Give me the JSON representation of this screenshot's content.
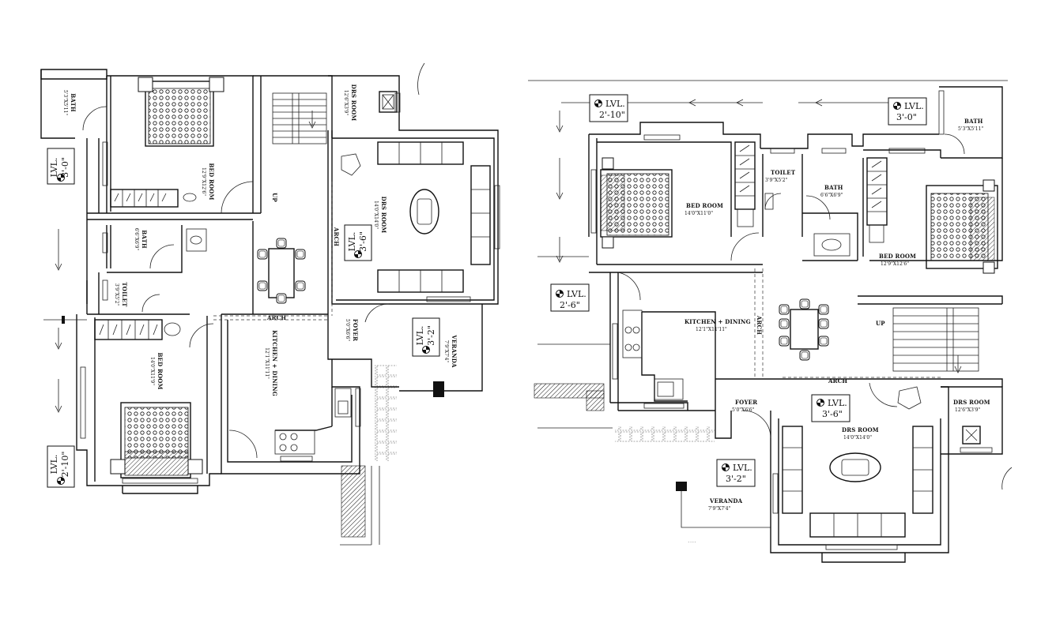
{
  "plan_left": {
    "rooms": {
      "bath": {
        "name": "BATH",
        "dim": "5'3\"X5'11\""
      },
      "bed1": {
        "name": "BED ROOM",
        "dim": "12'9\"X12'6\""
      },
      "drs_small": {
        "name": "DRS ROOM",
        "dim": "12'6\"X3'9\""
      },
      "drs_room": {
        "name": "DRS ROOM",
        "dim": "14'0\"X14'0\""
      },
      "bath2": {
        "name": "BATH",
        "dim": "6'6\"X6'9\""
      },
      "toilet": {
        "name": "TOILET",
        "dim": "3'9\"X5'2\""
      },
      "kitchen": {
        "name": "KITCHEN + DINING",
        "dim": "12'1\"X11'11\""
      },
      "foyer": {
        "name": "FOYER",
        "dim": "5'0\"X6'6\""
      },
      "veranda": {
        "name": "VERANDA",
        "dim": "7'9\"X7'4\""
      },
      "bed2": {
        "name": "BED ROOM",
        "dim": "14'0\"X11'9\""
      }
    },
    "labels": {
      "arch1": "ARCH",
      "arch2": "ARCH",
      "up": "UP"
    },
    "levels": [
      {
        "text": "LVL.",
        "value": "3'-0\""
      },
      {
        "text": "LVL.",
        "value": "3'-6\""
      },
      {
        "text": "LVL.",
        "value": "3'-2\""
      },
      {
        "text": "LVL.",
        "value": "2'-10\""
      }
    ]
  },
  "plan_right": {
    "rooms": {
      "bed1": {
        "name": "BED ROOM",
        "dim": "14'0\"X11'0\""
      },
      "toilet": {
        "name": "TOILET",
        "dim": "3'9\"X5'2\""
      },
      "bath": {
        "name": "BATH",
        "dim": "6'6\"X6'9\""
      },
      "bath2": {
        "name": "BATH",
        "dim": "5'3\"X5'11\""
      },
      "bed2": {
        "name": "BED ROOM",
        "dim": "12'9\"X12'6\""
      },
      "kitchen": {
        "name": "KITCHEN + DINING",
        "dim": "12'1\"X11'11\""
      },
      "foyer": {
        "name": "FOYER",
        "dim": "5'0\"X6'6\""
      },
      "drs_room": {
        "name": "DRS ROOM",
        "dim": "14'0\"X14'0\""
      },
      "drs_small": {
        "name": "DRS ROOM",
        "dim": "12'6\"X3'9\""
      },
      "veranda": {
        "name": "VERANDA",
        "dim": "7'9\"X7'4\""
      }
    },
    "labels": {
      "arch1": "ARCH",
      "arch2": "ARCH",
      "up": "UP"
    },
    "levels": [
      {
        "text": "LVL.",
        "value": "2'-10\""
      },
      {
        "text": "LVL.",
        "value": "3'-0\""
      },
      {
        "text": "LVL.",
        "value": "2'-6\""
      },
      {
        "text": "LVL.",
        "value": "3'-6\""
      },
      {
        "text": "LVL.",
        "value": "3'-2\""
      }
    ]
  },
  "icons": {
    "level": "level-marker-icon",
    "arrow": "direction-arrow-icon"
  }
}
